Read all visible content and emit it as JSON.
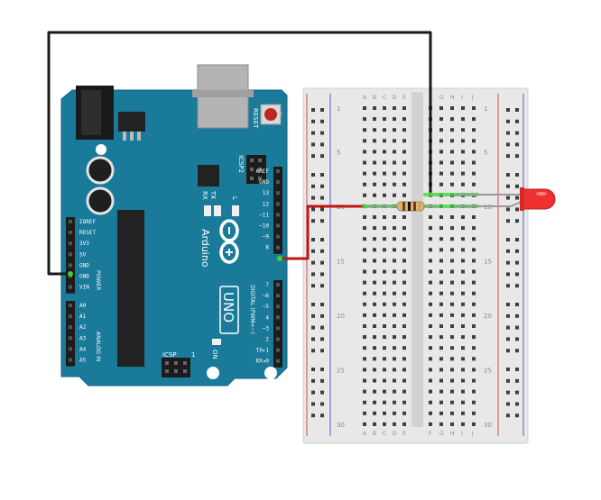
{
  "colors": {
    "board": "#1a7a9a",
    "board_edge": "#13627c",
    "breadboard": "#e8e8e8",
    "breadboard_gap": "#d2d2d2",
    "hole": "#3e3e3e",
    "rail_red": "#d24b4b",
    "rail_blue": "#4a5fd0",
    "wire_black": "#1a1a1a",
    "wire_red": "#c21515",
    "wire_gray": "#9a9a9a",
    "led": "#ee3030",
    "resistor_body": "#d9b377",
    "highlight_green": "#3cd23c"
  },
  "board": {
    "reset_label": "RESET",
    "icsp2_label": "ICSP2",
    "icsp_label": "ICSP",
    "icsp_pin1": "1",
    "tx_label": "TX",
    "rx_label": "RX",
    "l_label": "L",
    "on_label": "ON",
    "brand": "Arduino",
    "model": "UNO",
    "power_header_label": "POWER",
    "analog_header_label": "ANALOG IN",
    "digital_header_label": "DIGITAL (PWM=~)",
    "power_pins": [
      "IOREF",
      "RESET",
      "3V3",
      "5V",
      "GND",
      "GND",
      "VIN"
    ],
    "analog_pins": [
      "A0",
      "A1",
      "A2",
      "A3",
      "A4",
      "A5"
    ],
    "digital_top": [
      "AREF",
      "GND",
      "13",
      "12",
      "~11",
      "~10",
      "~9",
      "8"
    ],
    "digital_bottom": [
      "7",
      "~6",
      "~5",
      "4",
      "~3",
      "2",
      "TX▸1",
      "RX◂0"
    ]
  },
  "breadboard": {
    "col_letters_left": [
      "A",
      "B",
      "C",
      "D",
      "E"
    ],
    "col_letters_right": [
      "F",
      "G",
      "H",
      "I",
      "J"
    ],
    "row_numbers": [
      "1",
      "5",
      "10",
      "15",
      "20",
      "25",
      "30"
    ]
  },
  "components": {
    "led": "LED",
    "resistor": "resistor"
  }
}
